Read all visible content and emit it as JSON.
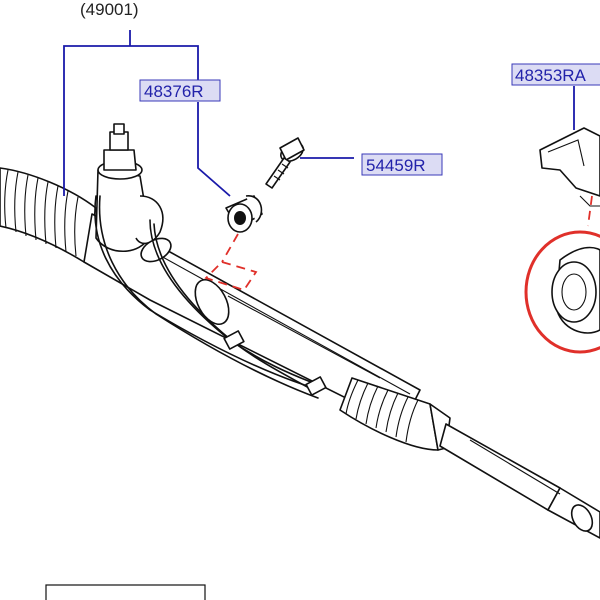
{
  "labels": {
    "assembly": "(49001)",
    "bushing": "48376R",
    "bolt": "54459R",
    "bracket": "48353RA"
  },
  "colors": {
    "label_fill": "#dcdcf4",
    "label_border": "#3a3ab8",
    "label_text": "#2222aa",
    "leader": "#1a1aaa",
    "highlight": "#e0302a",
    "line": "#111111"
  }
}
